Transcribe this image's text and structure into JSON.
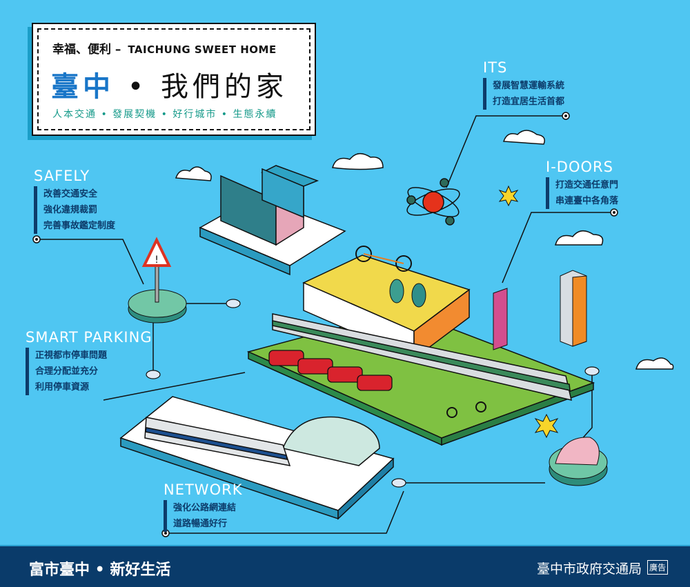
{
  "title_box": {
    "line1_zh": "幸福、便利 –",
    "line1_en": "TAICHUNG SWEET HOME",
    "main_blue": "臺中",
    "main_dot": "•",
    "main_black": "我們的家",
    "subtitle": "人本交通 • 發展契機 • 好行城市 • 生態永續"
  },
  "sections": {
    "its": {
      "heading": "ITS",
      "lines": [
        "發展智慧運輸系統",
        "打造宜居生活首都"
      ]
    },
    "idoors": {
      "heading": "I-DOORS",
      "lines": [
        "打造交通任意門",
        "串連臺中各角落"
      ]
    },
    "safely": {
      "heading": "SAFELY",
      "lines": [
        "改善交通安全",
        "強化違規裁罰",
        "完善事故鑑定制度"
      ]
    },
    "parking": {
      "heading": "SMART PARKING",
      "lines": [
        "正視都市停車問題",
        "合理分配並充分",
        "利用停車資源"
      ]
    },
    "network": {
      "heading": "NETWORK",
      "lines": [
        "強化公路網連結",
        "道路暢通好行"
      ]
    }
  },
  "footer": {
    "slogan": "富市臺中 • 新好生活",
    "agency": "臺中市政府交通局",
    "ad_label": "廣告"
  },
  "colors": {
    "background": "#4fc6f2",
    "footer": "#0a3b6a",
    "accent_blue": "#1976c8",
    "accent_teal": "#169a8a"
  }
}
